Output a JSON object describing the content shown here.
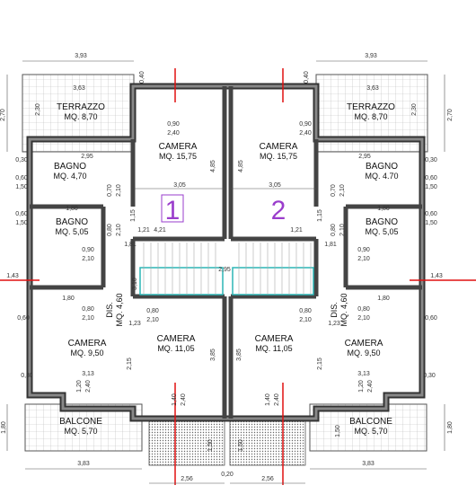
{
  "rooms": {
    "terrazzo_l": {
      "name": "TERRAZZO",
      "area": "MQ. 8,70"
    },
    "terrazzo_r": {
      "name": "TERRAZZO",
      "area": "MQ. 8,70"
    },
    "camera_tl": {
      "name": "CAMERA",
      "area": "MQ. 15,75"
    },
    "camera_tr": {
      "name": "CAMERA",
      "area": "MQ. 15,75"
    },
    "bagno_l1": {
      "name": "BAGNO",
      "area": "MQ. 4,70"
    },
    "bagno_r1": {
      "name": "BAGNO",
      "area": "MQ. 4.70"
    },
    "bagno_l2": {
      "name": "BAGNO",
      "area": "MQ. 5,05"
    },
    "bagno_r2": {
      "name": "BAGNO",
      "area": "MQ. 5,05"
    },
    "camera_ml": {
      "name": "CAMERA",
      "area": "MQ. 9,50"
    },
    "camera_mr": {
      "name": "CAMERA",
      "area": "MQ. 9,50"
    },
    "camera_bl": {
      "name": "CAMERA",
      "area": "MQ. 11,05"
    },
    "camera_br": {
      "name": "CAMERA",
      "area": "MQ. 11,05"
    },
    "balcone_l": {
      "name": "BALCONE",
      "area": "MQ. 5,70"
    },
    "balcone_r": {
      "name": "BALCONE",
      "area": "MQ. 5,70"
    },
    "dis_l": {
      "name": "DIS.",
      "area": "MQ. 4,60"
    },
    "dis_r": {
      "name": "DIS.",
      "area": "MQ. 4,60"
    }
  },
  "units": {
    "unit1": "1",
    "unit2": "2"
  },
  "dims": {
    "top_l": "3,93",
    "top_r": "3,93",
    "side_l": "2,70",
    "side_r": "2,70",
    "terr_l_w": "3,63",
    "terr_r_w": "3,63",
    "terr_l_h": "2,30",
    "terr_r_h": "2,30",
    "w040": "0,40",
    "w040b": "0,40",
    "c090a": "0,90",
    "c240a": "2,40",
    "c090b": "0,90",
    "c240b": "2,40",
    "h485a": "4,85",
    "h485b": "4,85",
    "w305a": "3,05",
    "w305b": "3,05",
    "b295a": "2,95",
    "b295b": "2,95",
    "b030a": "0,30",
    "b030b": "0,30",
    "b060a": "0,60",
    "b060b": "0,60",
    "b150a": "1,50",
    "b150b": "1,50",
    "d070a": "0,70",
    "d210a": "2,10",
    "d070b": "0,70",
    "d210b": "2,10",
    "b180a": "1,80",
    "b180b": "1,80",
    "b060c": "0,60",
    "b060d": "0,60",
    "b150c": "1,50",
    "b150d": "1,50",
    "d080a": "0,80",
    "d210c": "2,10",
    "d080b": "0,80",
    "d210d": "2,10",
    "s090a": "0,90",
    "s210a": "2,10",
    "s090b": "0,90",
    "s210b": "2,10",
    "s121a": "1,21",
    "s121b": "1,21",
    "s181a": "1,81",
    "s181b": "1,81",
    "s115a": "1,15",
    "s115b": "1,15",
    "s295": "2,95",
    "d080c": "0,80",
    "d210e": "2,10",
    "d080d": "0,80",
    "d210f": "2,10",
    "c180a": "1,80",
    "c180b": "1,80",
    "c060a": "0,60",
    "c060b": "0,60",
    "c123a": "1,23",
    "c123b": "1,23",
    "c080e": "0,80",
    "c210g": "2,10",
    "c080f": "0,80",
    "c210h": "2,10",
    "c313a": "3,13",
    "c313b": "3,13",
    "c120a": "1,20",
    "c240c": "2,40",
    "c120b": "1,20",
    "c240d": "2,40",
    "c030a": "0,30",
    "c030b": "0,30",
    "c215a": "2,15",
    "c215b": "2,15",
    "h385a": "3,85",
    "h385b": "3,85",
    "c140a": "1,40",
    "c240e": "2,40",
    "c140b": "1,40",
    "c240f": "2,40",
    "bal180a": "1,80",
    "bal180b": "1,80",
    "bal150a": "1,50",
    "bal150b": "1,50",
    "bal150c": "1,50",
    "bot383a": "3,83",
    "bot383b": "3,83",
    "bot256a": "2,56",
    "bot256b": "2,56",
    "bot020": "0,20",
    "e143a": "1,43",
    "e143b": "1,43",
    "n421": "4,21",
    "w310": "3,10"
  }
}
